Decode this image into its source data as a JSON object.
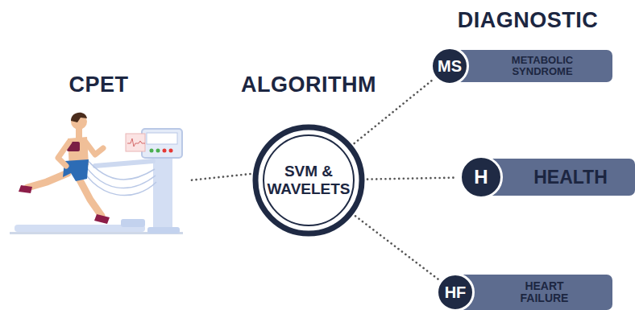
{
  "diagram": {
    "nodes": [
      {
        "text": [
          "CPET"
        ]
      },
      {
        "text": [
          "ALGORITHM",
          "SVM & WAVELETS"
        ]
      },
      {
        "text": [
          "METABOLIC SYNDROME"
        ]
      },
      {
        "text": [
          "MS"
        ],
        "in": 2
      },
      {
        "text": [
          "HEALTH"
        ]
      },
      {
        "text": [
          "H"
        ],
        "in": 4
      },
      {
        "text": [
          "HEART FAILURE"
        ]
      },
      {
        "text": [
          "HF"
        ],
        "in": 6
      }
    ],
    "edges": [
      {
        "from": 0,
        "to": 1,
        "arrow": "none"
      },
      {
        "from": 1,
        "to": 3,
        "arrow": "none"
      },
      {
        "from": 1,
        "to": 5,
        "arrow": "none"
      },
      {
        "from": 1,
        "to": 7,
        "arrow": "none"
      }
    ],
    "labels": [
      "DIAGNOSTIC"
    ]
  }
}
